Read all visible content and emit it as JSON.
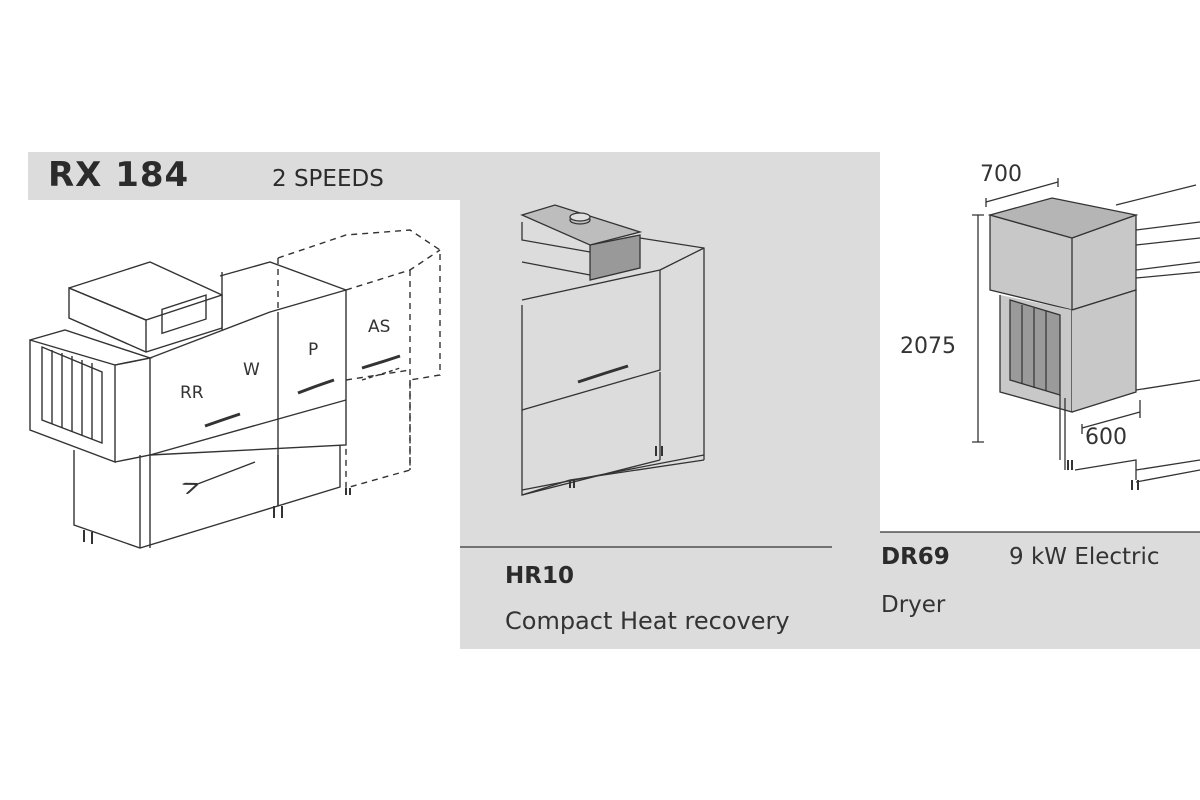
{
  "main_unit": {
    "model": "RX 184",
    "speeds": "2 SPEEDS",
    "zones": [
      "RR",
      "W",
      "P",
      "AS"
    ]
  },
  "heat_recovery": {
    "code": "HR10",
    "description": "Compact Heat recovery"
  },
  "dryer": {
    "code": "DR69",
    "power": "9 kW Electric",
    "type": "Dryer",
    "dimensions": {
      "width": "700",
      "height": "2075",
      "depth": "600"
    }
  },
  "colors": {
    "panel_gray": "#dcdcdc",
    "line": "#333333",
    "box_fill": "#c8c8c8"
  }
}
